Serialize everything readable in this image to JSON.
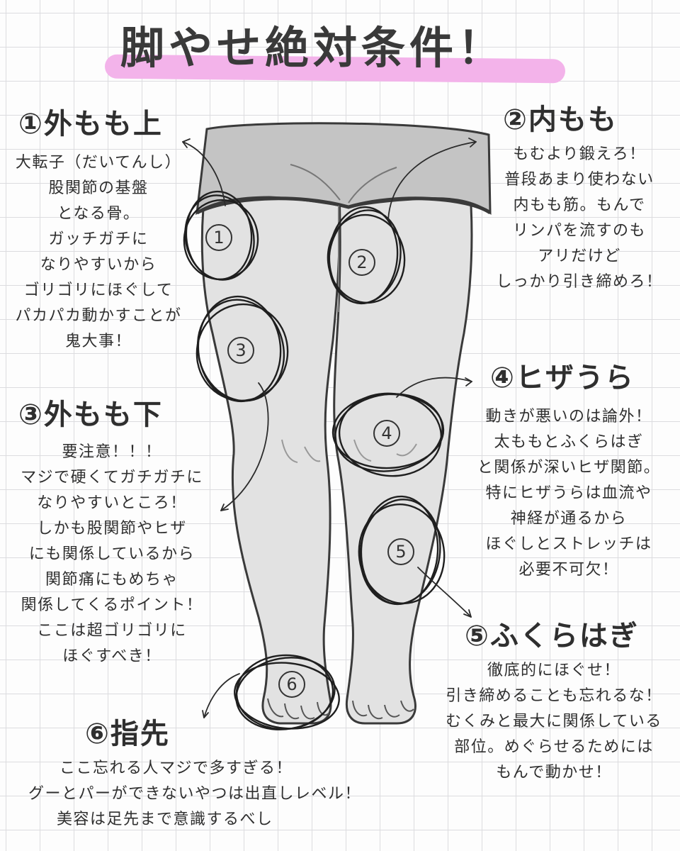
{
  "title": "脚やせ絶対条件！",
  "sections": [
    {
      "heading": "①外もも上",
      "lines": [
        "大転子（だいてんし）",
        "股関節の基盤",
        "となる骨。",
        "ガッチガチに",
        "なりやすいから",
        "ゴリゴリにほぐして",
        "パカパカ動かすことが",
        "鬼大事！"
      ]
    },
    {
      "heading": "②内もも",
      "lines": [
        "もむより鍛えろ！",
        "普段あまり使わない",
        "内もも筋。もんで",
        "リンパを流すのも",
        "アリだけど",
        "しっかり引き締めろ！"
      ]
    },
    {
      "heading": "③外もも下",
      "lines": [
        "要注意！！！",
        "マジで硬くてガチガチに",
        "なりやすいところ！",
        "しかも股関節やヒザ",
        "にも関係しているから",
        "関節痛にもめちゃ",
        "関係してくるポイント！",
        "ここは超ゴリゴリに",
        "ほぐすべき！"
      ]
    },
    {
      "heading": "④ヒザうら",
      "lines": [
        "動きが悪いのは論外！",
        "太ももとふくらはぎ",
        "と関係が深いヒザ関節。",
        "特にヒザうらは血流や",
        "神経が通るから",
        "ほぐしとストレッチは",
        "必要不可欠！"
      ]
    },
    {
      "heading": "⑤ふくらはぎ",
      "lines": [
        "徹底的にほぐせ！",
        "引き締めることも忘れるな！",
        "むくみと最大に関係している",
        "部位。めぐらせるためには",
        "もんで動かせ！"
      ]
    },
    {
      "heading": "⑥指先",
      "lines": [
        "ここ忘れる人マジで多すぎる！",
        "グーとパーができないやつは出直しレベル！",
        "美容は足先まで意識するべし"
      ]
    }
  ],
  "markers": [
    "1",
    "2",
    "3",
    "4",
    "5",
    "6"
  ],
  "colors": {
    "highlight": "#f3b3ea",
    "leg": "#e2e2e2",
    "shorts": "#c4c4c4",
    "ink": "#2b2b2b",
    "grid": "#dcdcdf"
  }
}
